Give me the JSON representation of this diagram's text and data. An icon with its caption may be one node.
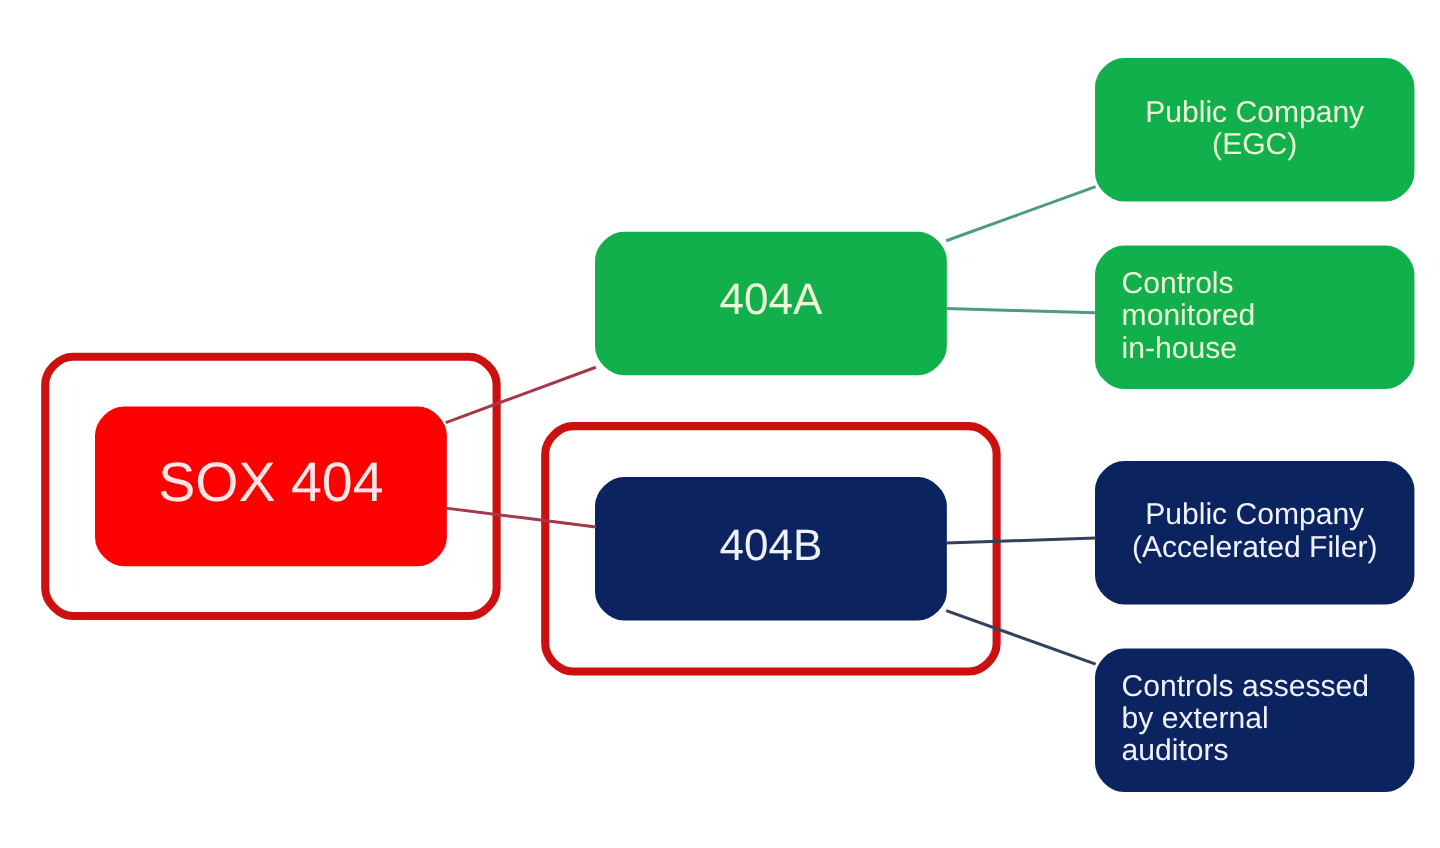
{
  "diagram": {
    "nodes": [
      {
        "text": [],
        "shape": "ellipse"
      },
      {
        "text": [
          "SOX 404"
        ],
        "in": 0
      },
      {
        "text": [
          "404A"
        ]
      },
      {
        "text": [],
        "shape": "ellipse"
      },
      {
        "text": [
          "404B"
        ],
        "in": 3
      },
      {
        "text": [
          "Public Company (EGC)"
        ]
      },
      {
        "text": [
          "Controls monitored in-house"
        ]
      },
      {
        "text": [
          "Public Company (Accelerated Filer)"
        ]
      },
      {
        "text": [
          "Controls assessed by external auditors"
        ]
      }
    ],
    "edges": [
      {
        "from": 1,
        "to": 2,
        "arrow": "none",
        "color": "#a33a4a"
      },
      {
        "from": 1,
        "to": 4,
        "arrow": "none",
        "color": "#a33a4a"
      },
      {
        "from": 2,
        "to": 5,
        "arrow": "none",
        "color": "#4f9a84"
      },
      {
        "from": 2,
        "to": 6,
        "arrow": "none",
        "color": "#4f9a84"
      },
      {
        "from": 4,
        "to": 7,
        "arrow": "none",
        "color": "#33405e"
      },
      {
        "from": 4,
        "to": 8,
        "arrow": "none",
        "color": "#33405e"
      }
    ]
  }
}
